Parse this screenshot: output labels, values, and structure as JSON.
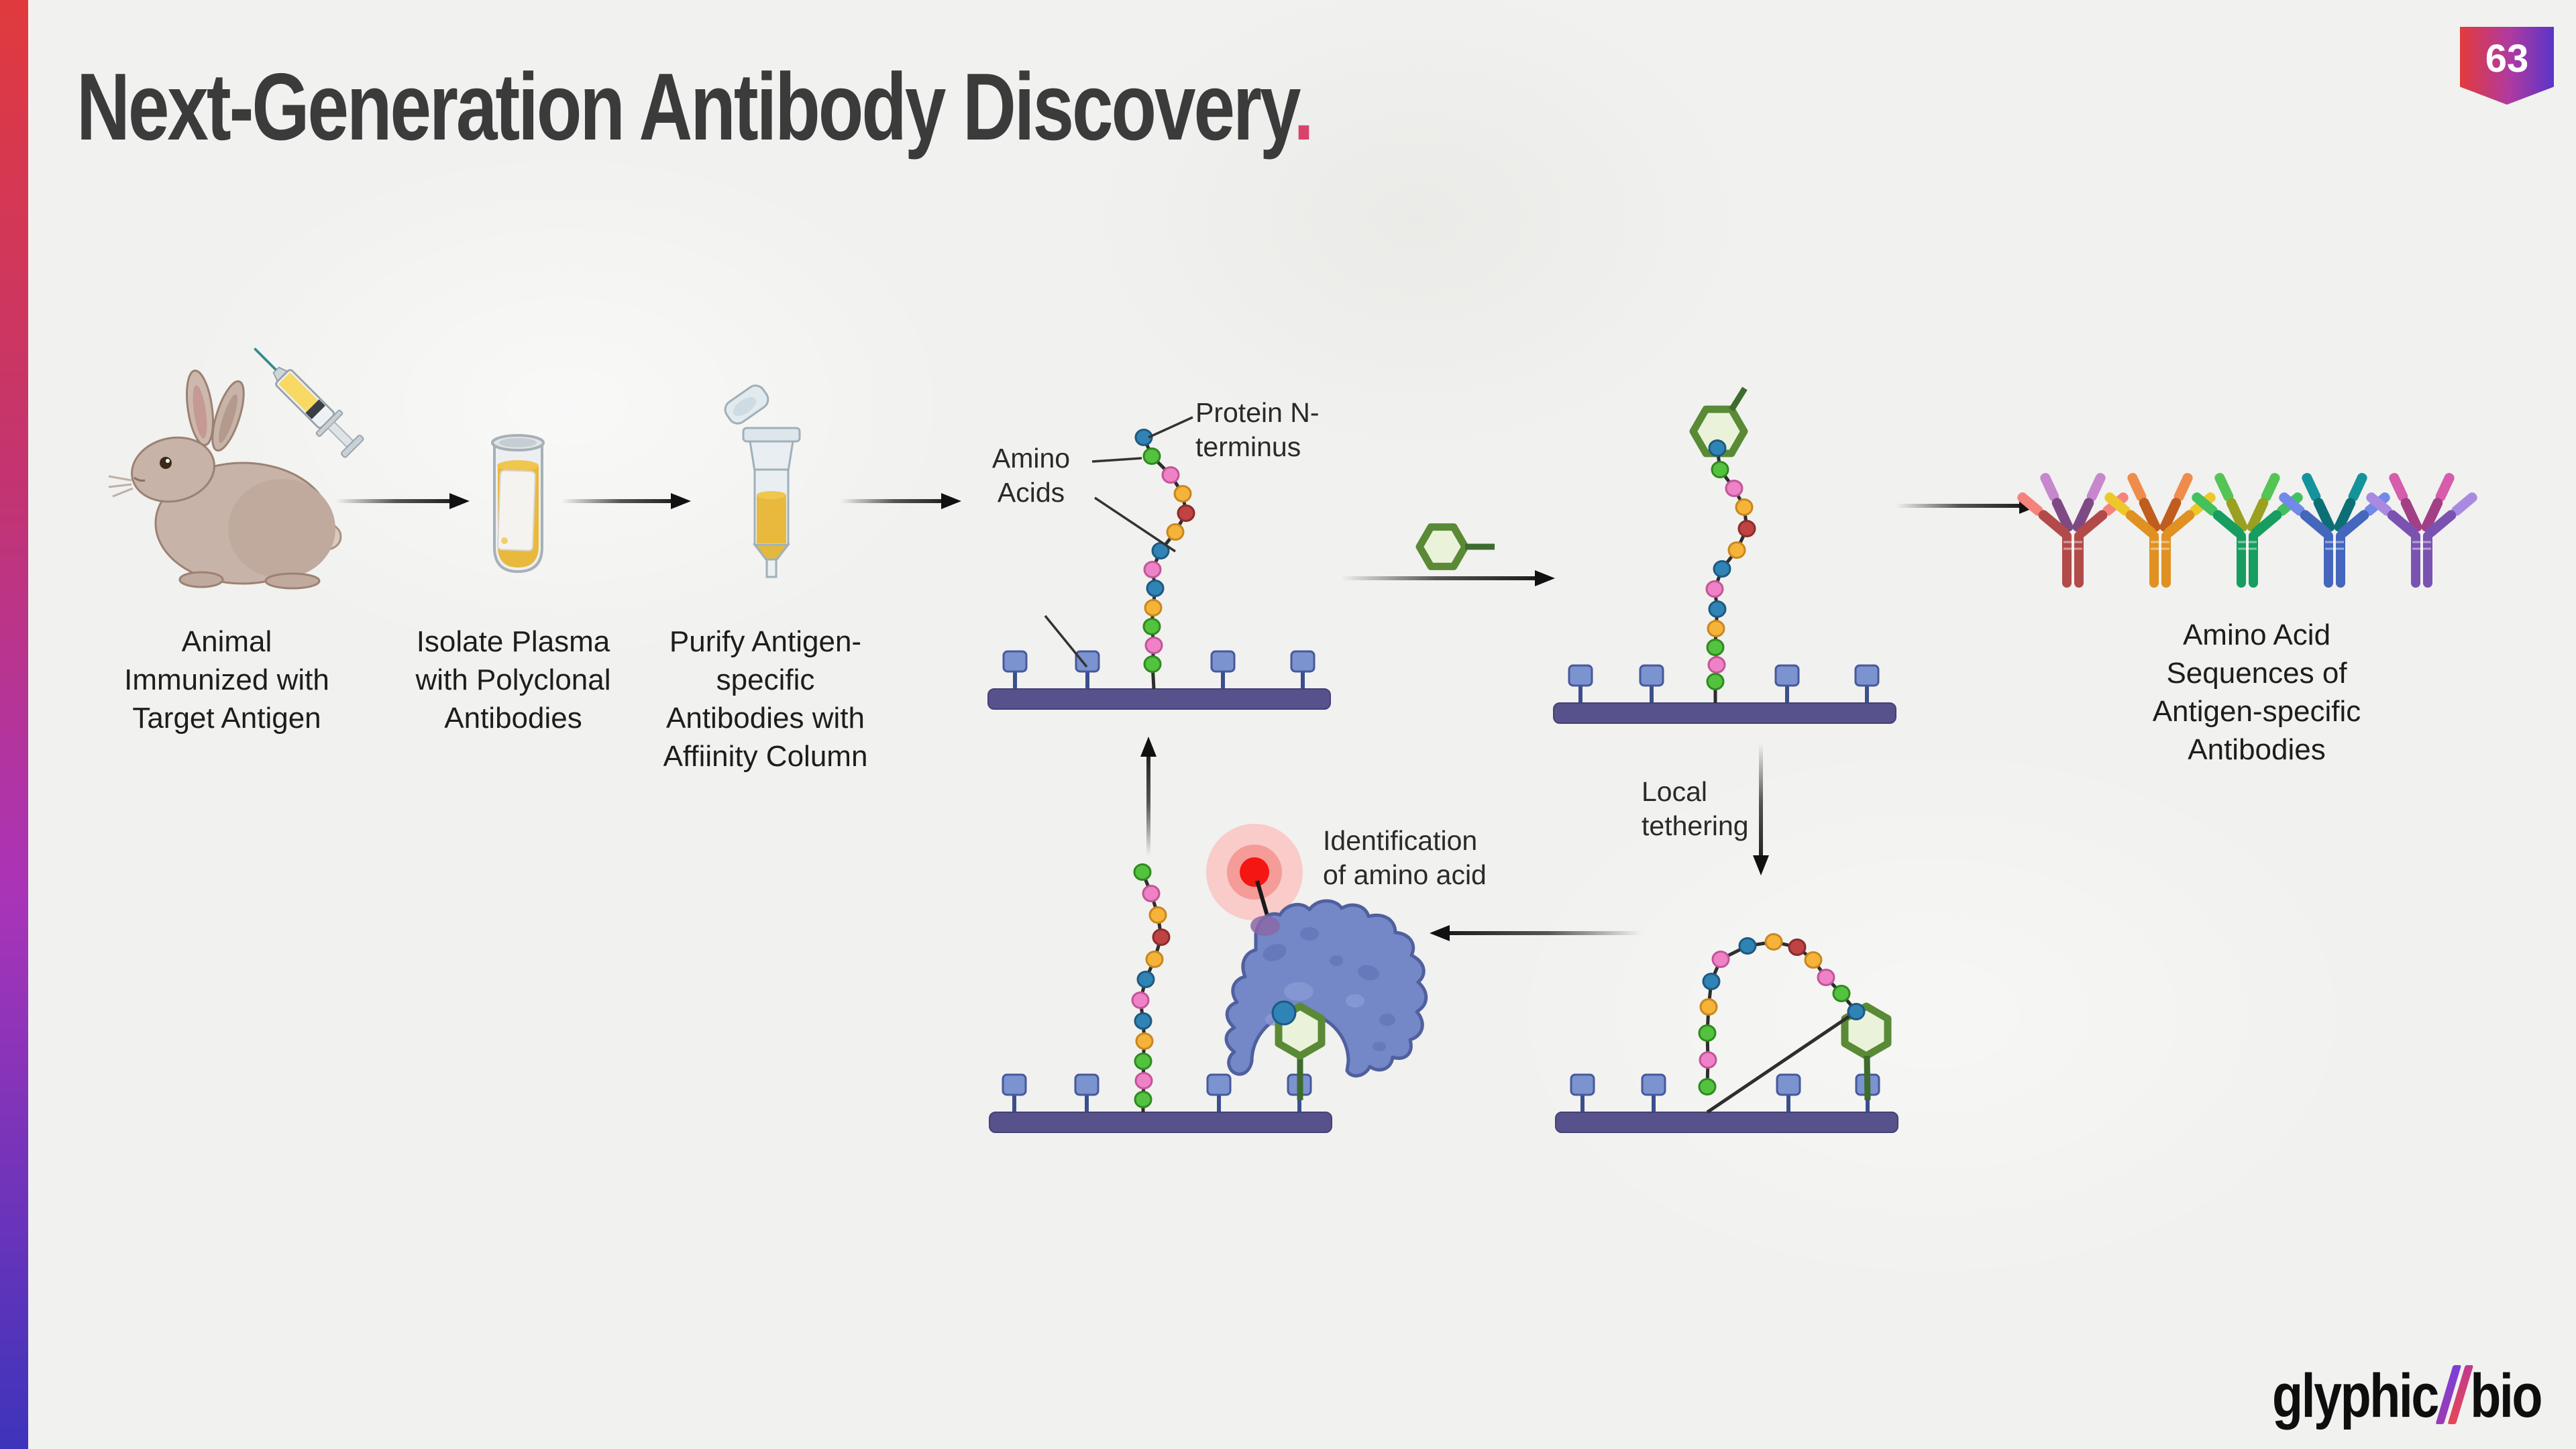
{
  "slide": {
    "title": "Next-Generation Antibody Discovery",
    "title_period": ".",
    "page_number": "63"
  },
  "workflow_steps": [
    {
      "label": "Animal Immunized with Target Antigen"
    },
    {
      "label": "Isolate Plasma with Polyclonal Antibodies"
    },
    {
      "label": "Purify Antigen-specific Antibodies with Affiinity Column"
    }
  ],
  "diagram": {
    "labels": {
      "protein_n_terminus": "Protein N-terminus",
      "amino_acids": "Amino Acids",
      "local_tethering": "Local tethering",
      "identification": "Identification of amino acid",
      "antibody_caption": "Amino Acid Sequences of Antigen-specific Antibodies"
    },
    "bead_palette": {
      "teal": {
        "fill": "#2f83b5",
        "stroke": "#1d5a82"
      },
      "green": {
        "fill": "#53c23f",
        "stroke": "#2f8a1f"
      },
      "pink": {
        "fill": "#ef82c6",
        "stroke": "#c25598"
      },
      "yellow": {
        "fill": "#f6b33a",
        "stroke": "#c8871d"
      },
      "red": {
        "fill": "#bf4343",
        "stroke": "#8c2b2b"
      }
    },
    "chains": {
      "surface_peptide": [
        "teal",
        "green",
        "pink",
        "yellow",
        "red",
        "yellow",
        "teal",
        "pink",
        "teal",
        "yellow",
        "green",
        "pink",
        "green"
      ],
      "clicked_peptide": [
        "teal",
        "green",
        "pink",
        "yellow",
        "red",
        "yellow",
        "teal",
        "pink",
        "teal",
        "yellow",
        "green",
        "pink",
        "green"
      ],
      "tethered_arch": [
        "green",
        "pink",
        "green",
        "yellow",
        "teal",
        "pink",
        "teal",
        "yellow",
        "red",
        "yellow",
        "pink",
        "green",
        "teal"
      ],
      "cleaved_peptide": [
        "green",
        "pink",
        "yellow",
        "red",
        "yellow",
        "teal",
        "pink",
        "teal",
        "yellow",
        "green",
        "pink",
        "green"
      ]
    },
    "antibodies": [
      {
        "body": "#b24a4a",
        "front_tip": "#f5837c",
        "back_tip": "#c787cd",
        "back_base": "#7e4a84"
      },
      {
        "body": "#e09122",
        "front_tip": "#eec82a",
        "back_tip": "#ef8c4c",
        "back_base": "#c05c1d"
      },
      {
        "body": "#179d60",
        "front_tip": "#43c05f",
        "back_tip": "#54c554",
        "back_base": "#9aa01f"
      },
      {
        "body": "#4466bd",
        "front_tip": "#7289e8",
        "back_tip": "#14939b",
        "back_base": "#0d6f76"
      },
      {
        "body": "#7a53b2",
        "front_tip": "#a98ae1",
        "back_tip": "#d65cac",
        "back_base": "#a23f86"
      }
    ]
  },
  "colors": {
    "title_period": "#d8436b",
    "sidebar_gradient": [
      "#e03a3e",
      "#c23472",
      "#a934b8",
      "#3d34bb"
    ],
    "badge_gradient": [
      "#e23b3b",
      "#b13a9e",
      "#5b35c8"
    ],
    "logo_slash1": [
      "#7a3fd8",
      "#9c3bb4"
    ],
    "logo_slash2": [
      "#c23a8d",
      "#e64556"
    ],
    "surface_bar": {
      "fill": "#57528c",
      "stroke": "#454075"
    },
    "post": {
      "square_fill": "#7b93ce",
      "square_stroke": "#47589d",
      "stem": "#3b4f8e"
    },
    "hexagon": {
      "fill": "#eaf3da",
      "stroke": "#5a8a35",
      "stem": "#3e6b2e"
    },
    "enzyme": {
      "fill": "#7487c6",
      "stroke": "#50609f",
      "speckle_dark": "#6377b8",
      "speckle_light": "#8a9bd4",
      "contact": "#8a68a6"
    },
    "glow": {
      "outer": "#f9cbc9",
      "mid": "#f59b98",
      "inner": "#f31613"
    },
    "chain_line": "#2e2e2e",
    "arrow": "#111111",
    "pointer_line": "#333333"
  },
  "logo": {
    "part1": "glyphic",
    "part2": "bio"
  }
}
